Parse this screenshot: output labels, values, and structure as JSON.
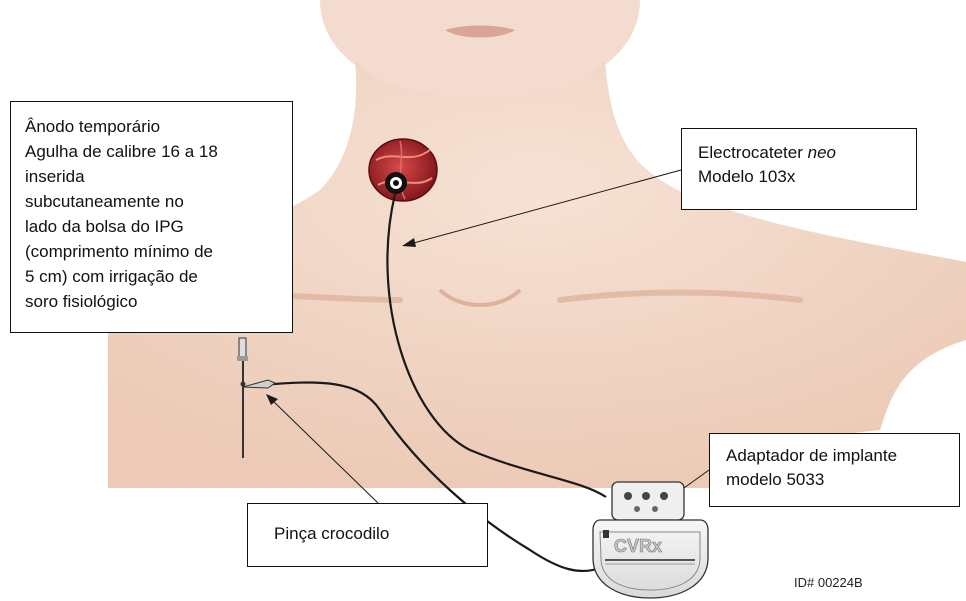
{
  "labels": {
    "anode": {
      "lines": [
        "Ânodo temporário",
        "Agulha de calibre 16 a 18",
        "inserida",
        "subcutaneamente no",
        "lado da bolsa do IPG",
        "(comprimento mínimo de",
        "5 cm) com irrigação de",
        "soro fisiológico"
      ]
    },
    "lead": {
      "line1_prefix": "Electrocateter ",
      "line1_italic": "neo",
      "line2": "Modelo 103x"
    },
    "adapter": {
      "line1": "Adaptador de implante",
      "line2": "modelo 5033"
    },
    "clip": "Pinça crocodilo",
    "device_logo": "CVRx",
    "reference_id": "ID# 00224B"
  },
  "colors": {
    "skin": "#f2d8c8",
    "skin_shadow": "#e4bfaa",
    "vessel": "#b3232a",
    "line": "#1a1a1a"
  }
}
